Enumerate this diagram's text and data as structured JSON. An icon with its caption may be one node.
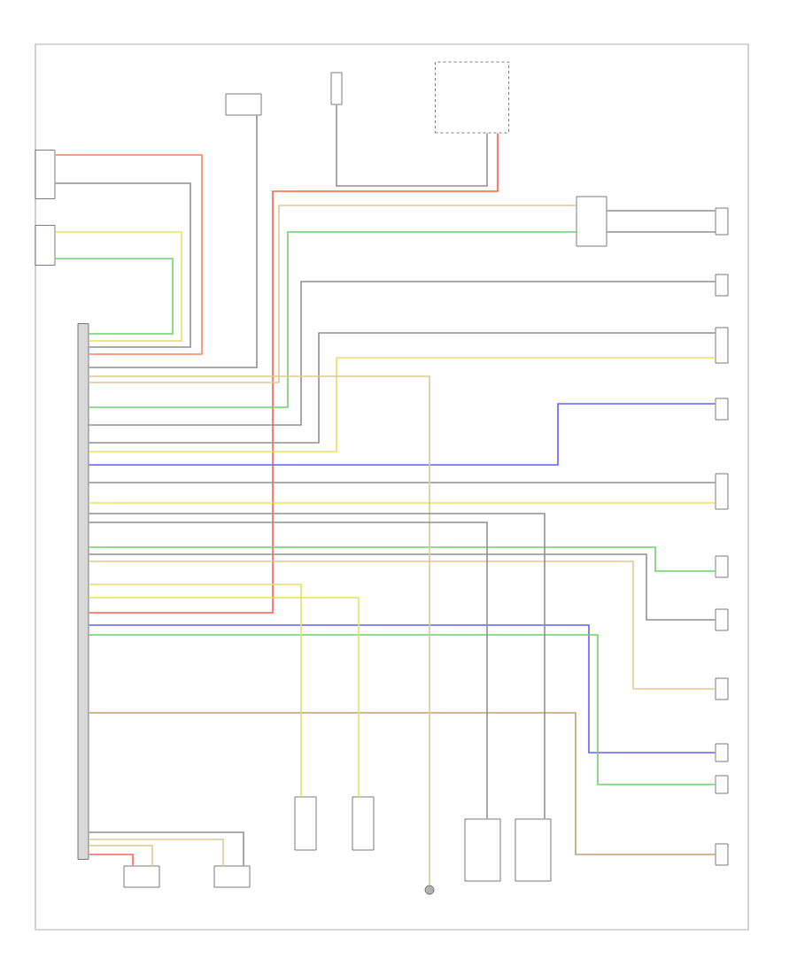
{
  "diagram": {
    "nodes": [
      {
        "text": [],
        "shape": "box"
      },
      {
        "text": [],
        "shape": "box"
      },
      {
        "text": [],
        "shape": "box"
      },
      {
        "text": [],
        "shape": "box"
      },
      {
        "text": [],
        "shape": "box"
      },
      {
        "text": [],
        "shape": "bar"
      },
      {
        "text": [],
        "shape": "box"
      },
      {
        "text": [],
        "shape": "box"
      },
      {
        "text": [],
        "shape": "box"
      },
      {
        "text": [],
        "shape": "box"
      },
      {
        "text": [],
        "shape": "box"
      },
      {
        "text": [],
        "shape": "box"
      },
      {
        "text": [],
        "shape": "box"
      },
      {
        "text": [],
        "shape": "box"
      },
      {
        "text": [],
        "shape": "box"
      },
      {
        "text": [],
        "shape": "box"
      },
      {
        "text": [],
        "shape": "box"
      },
      {
        "text": [],
        "shape": "box"
      },
      {
        "text": [],
        "shape": "box"
      },
      {
        "text": [],
        "shape": "box"
      },
      {
        "text": [],
        "shape": "box"
      },
      {
        "text": [],
        "shape": "box"
      },
      {
        "text": [],
        "shape": "circle"
      },
      {
        "text": [],
        "shape": "box"
      },
      {
        "text": [],
        "shape": "box"
      }
    ],
    "edges": [
      {
        "from": 5,
        "to": 0,
        "arrow": "none",
        "color": "#ff8060"
      },
      {
        "from": 5,
        "to": 0,
        "arrow": "none"
      },
      {
        "from": 5,
        "to": 1,
        "arrow": "none",
        "color": "#e8e060"
      },
      {
        "from": 5,
        "to": 1,
        "arrow": "none",
        "color": "#70d070"
      },
      {
        "from": 5,
        "to": 2,
        "arrow": "none"
      },
      {
        "from": 3,
        "to": 4,
        "arrow": "none"
      },
      {
        "from": 4,
        "to": 5,
        "arrow": "none",
        "color": "#ff6040"
      },
      {
        "from": 5,
        "to": 6,
        "arrow": "none",
        "color": "#e0c890"
      },
      {
        "from": 5,
        "to": 6,
        "arrow": "none",
        "color": "#70d070"
      },
      {
        "from": 6,
        "to": 7,
        "arrow": "none"
      },
      {
        "from": 6,
        "to": 7,
        "arrow": "none"
      },
      {
        "from": 5,
        "to": 8,
        "arrow": "none"
      },
      {
        "from": 5,
        "to": 9,
        "arrow": "none"
      },
      {
        "from": 5,
        "to": 9,
        "arrow": "none",
        "color": "#e8e060"
      },
      {
        "from": 5,
        "to": 10,
        "arrow": "none",
        "color": "#6060ff"
      },
      {
        "from": 5,
        "to": 11,
        "arrow": "none"
      },
      {
        "from": 5,
        "to": 11,
        "arrow": "none",
        "color": "#e8e060"
      },
      {
        "from": 5,
        "to": 12,
        "arrow": "none",
        "color": "#70d070"
      },
      {
        "from": 5,
        "to": 13,
        "arrow": "none"
      },
      {
        "from": 5,
        "to": 14,
        "arrow": "none",
        "color": "#e0c890"
      },
      {
        "from": 5,
        "to": 15,
        "arrow": "none",
        "color": "#6060ff"
      },
      {
        "from": 5,
        "to": 16,
        "arrow": "none",
        "color": "#70d070"
      },
      {
        "from": 5,
        "to": 17,
        "arrow": "none",
        "color": "#c0a070"
      },
      {
        "from": 5,
        "to": 18,
        "arrow": "none",
        "color": "#ff6060"
      },
      {
        "from": 5,
        "to": 18,
        "arrow": "none",
        "color": "#e0c890"
      },
      {
        "from": 5,
        "to": 19,
        "arrow": "none",
        "color": "#e0c890"
      },
      {
        "from": 5,
        "to": 19,
        "arrow": "none"
      },
      {
        "from": 5,
        "to": 20,
        "arrow": "none",
        "color": "#e8e060"
      },
      {
        "from": 5,
        "to": 21,
        "arrow": "none",
        "color": "#e8e060"
      },
      {
        "from": 5,
        "to": 22,
        "arrow": "none",
        "color": "#e0c890"
      },
      {
        "from": 5,
        "to": 23,
        "arrow": "none"
      },
      {
        "from": 5,
        "to": 24,
        "arrow": "none"
      }
    ]
  }
}
